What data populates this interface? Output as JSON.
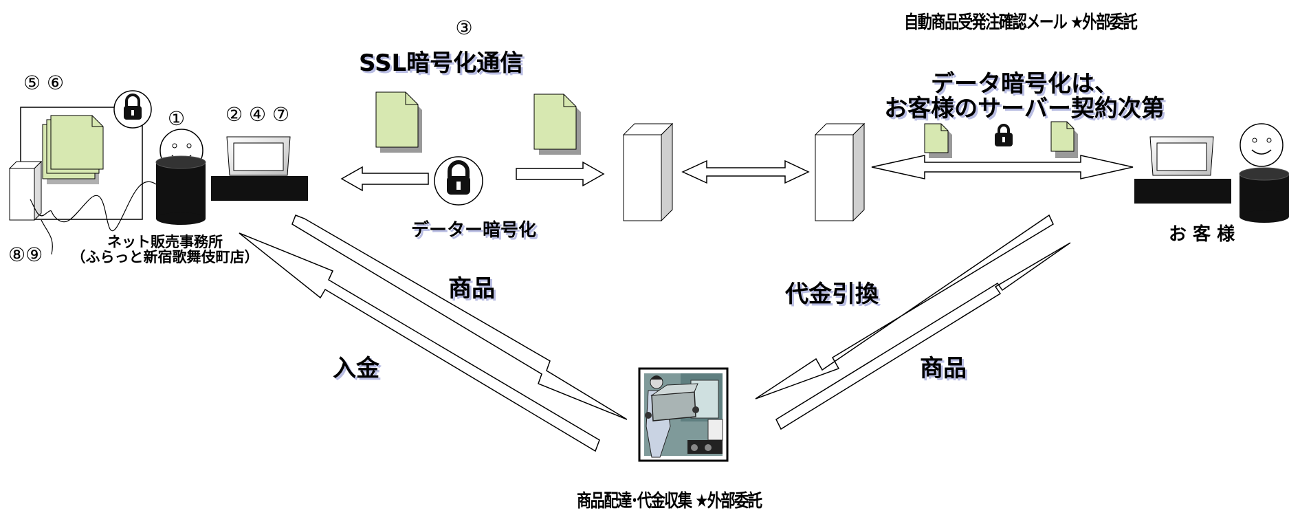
{
  "labels": {
    "email_outsourcing": "自動商品受発注確認メール ★外部委託",
    "ssl_number": "③",
    "ssl_title": "SSL暗号化通信",
    "encryption_note_line1": "データ暗号化は、",
    "encryption_note_line2": "お客様のサーバー契約次第",
    "nums_top_left": "⑤ ⑥",
    "num_1": "①",
    "nums_pc": "② ④ ⑦",
    "nums_bottom_left": "⑧⑨",
    "office_line1": "ネット販売事務所",
    "office_line2": "（ふらっと新宿歌舞伎町店）",
    "data_encryption": "データー暗号化",
    "customer": "お 客 様",
    "goods_left": "商品",
    "cod": "代金引換",
    "payment": "入金",
    "goods_right": "商品",
    "delivery": "商品配達･代金収集 ★外部委託"
  },
  "colors": {
    "document_fill": "#d7e8b1",
    "document_shadow": "#9a9a9a",
    "text_shadow": "#b9bde3",
    "dark_device": "#111111"
  }
}
